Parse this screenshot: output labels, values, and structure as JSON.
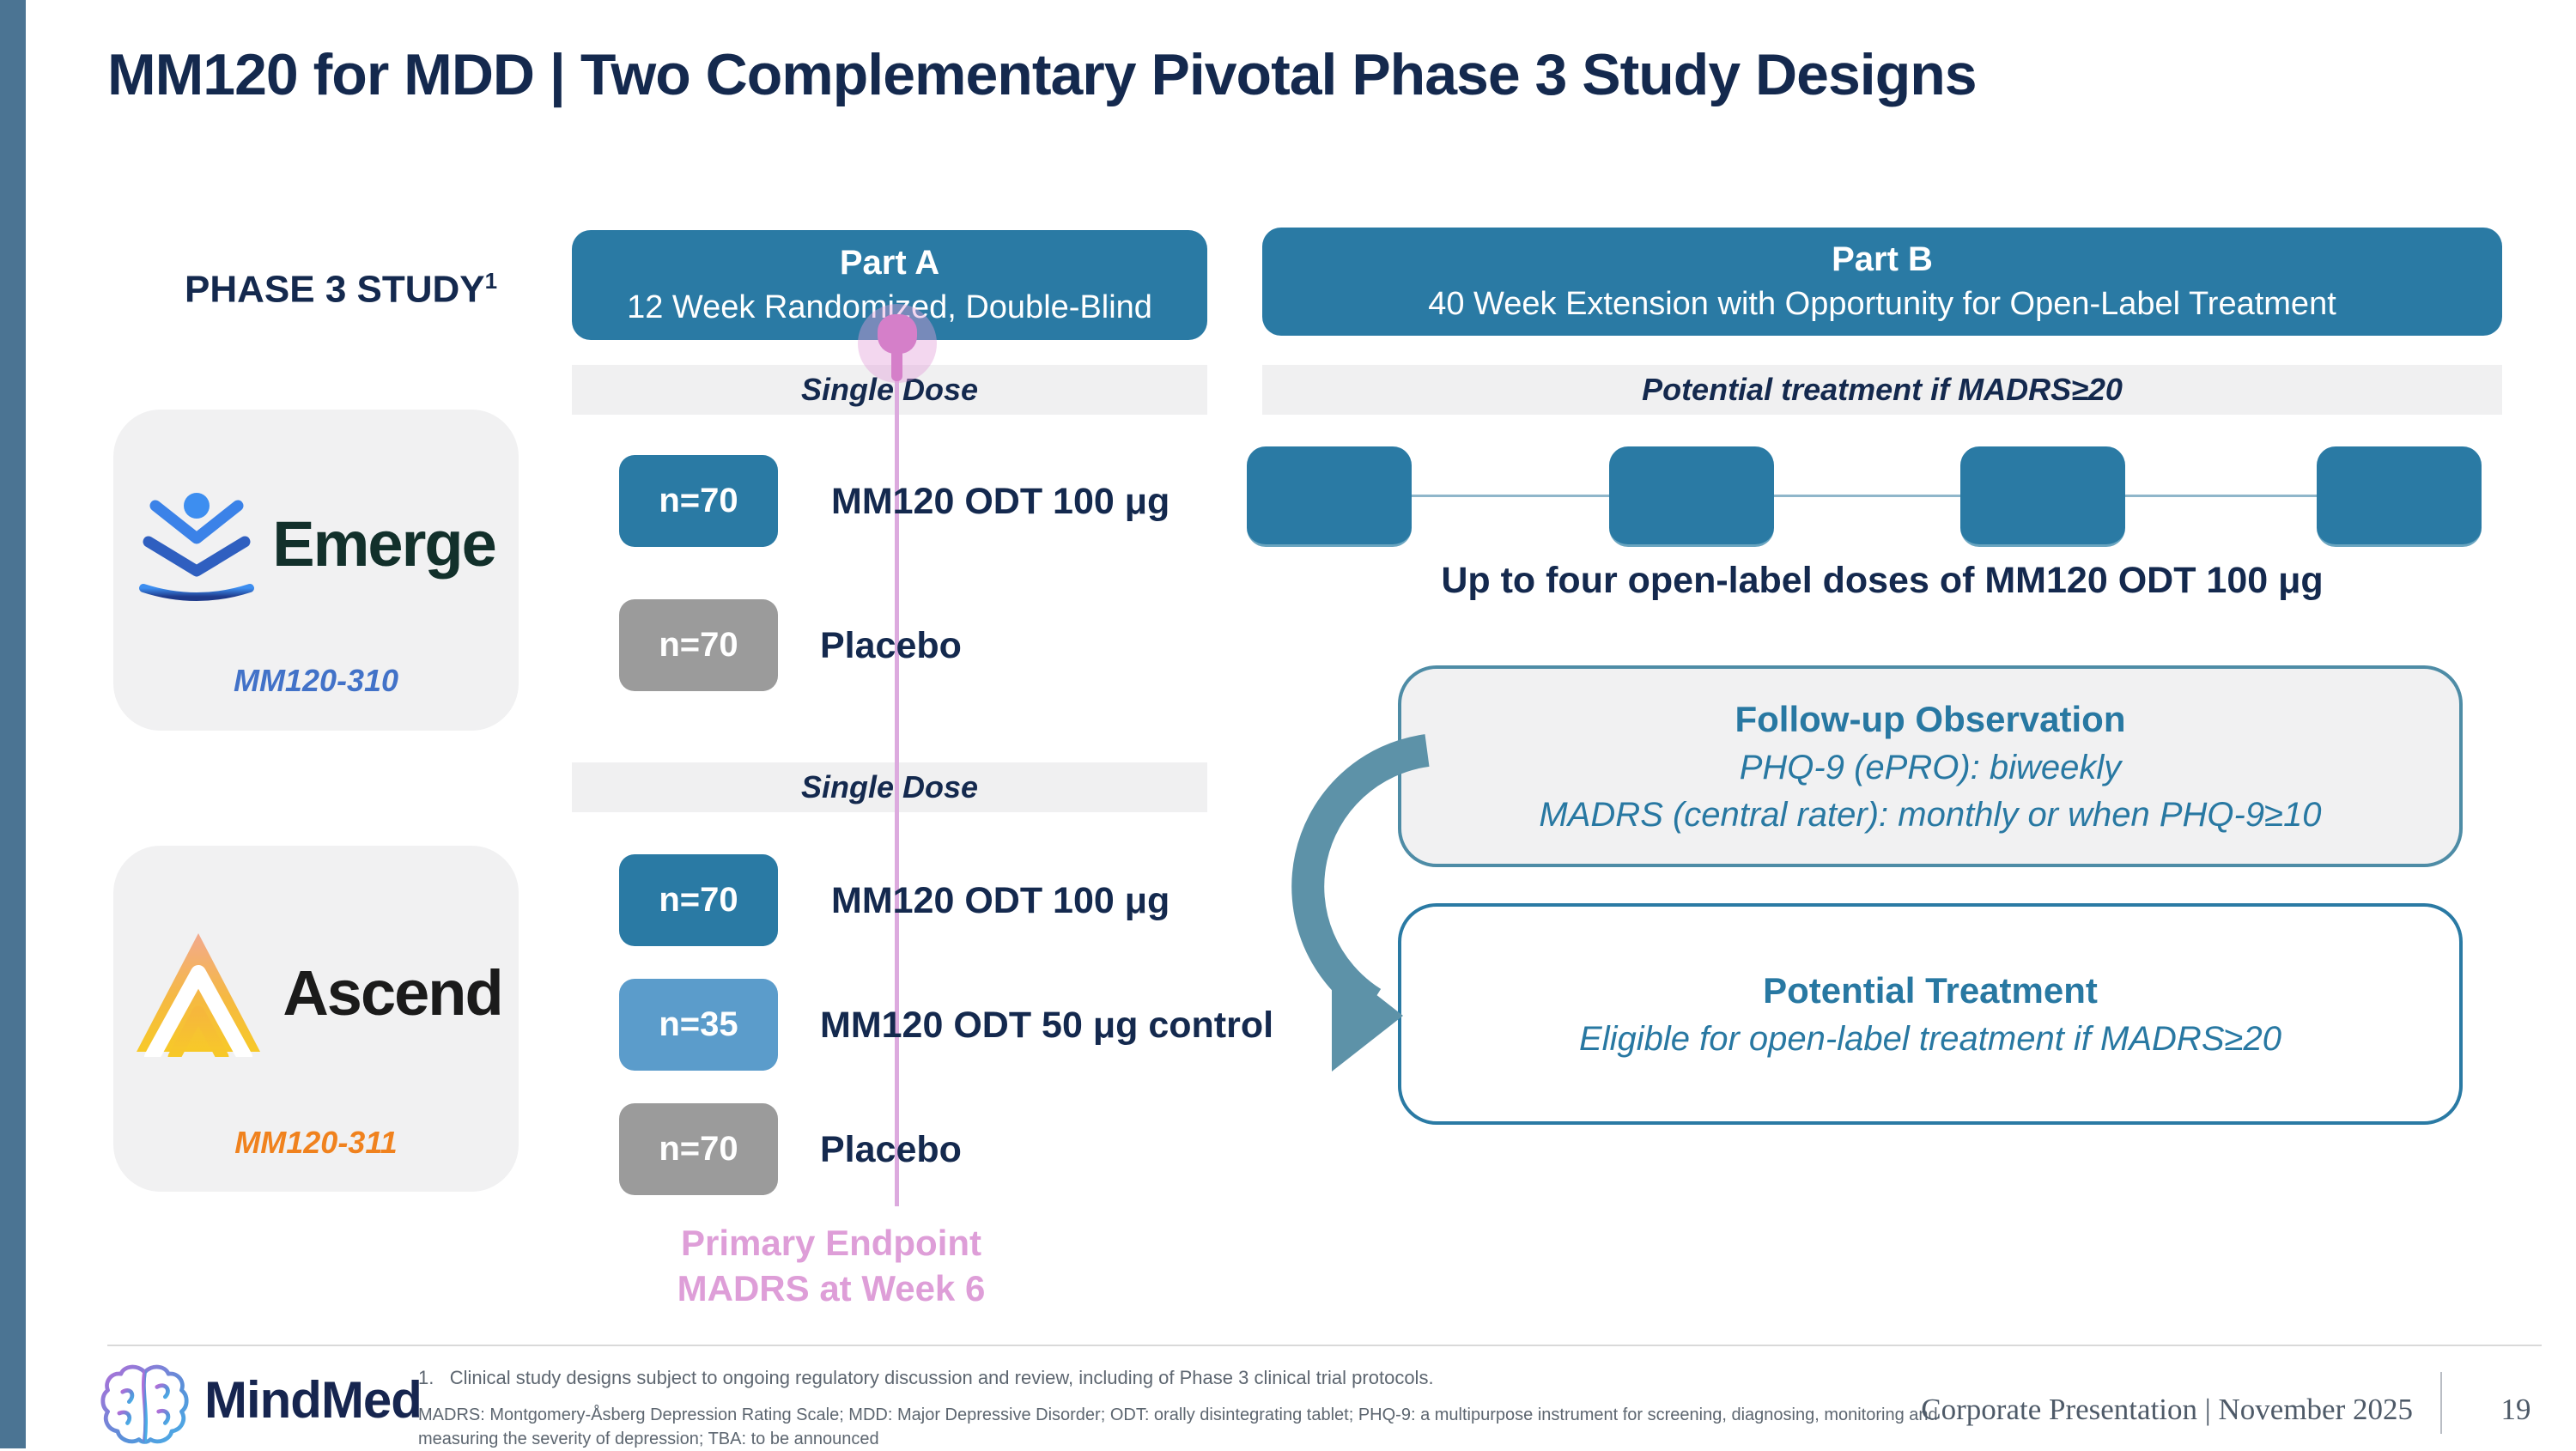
{
  "slide": {
    "title": "MM120 for MDD | Two Complementary Pivotal Phase 3 Study Designs",
    "phase_label": "PHASE 3 STUDY",
    "phase_label_sup": "1"
  },
  "part_a": {
    "header_title": "Part A",
    "header_subtitle": "12 Week Randomized, Double-Blind",
    "primary_endpoint_line1": "Primary Endpoint",
    "primary_endpoint_line2": "MADRS at Week 6",
    "studies": [
      {
        "name": "Emerge",
        "code": "MM120-310",
        "band_label": "Single Dose",
        "arms": [
          {
            "n": "n=70",
            "label": "MM120 ODT 100 μg"
          },
          {
            "n": "n=70",
            "label": "Placebo"
          }
        ]
      },
      {
        "name": "Ascend",
        "code": "MM120-311",
        "band_label": "Single Dose",
        "arms": [
          {
            "n": "n=70",
            "label": "MM120 ODT 100 μg"
          },
          {
            "n": "n=35",
            "label": "MM120 ODT 50 μg control"
          },
          {
            "n": "n=70",
            "label": "Placebo"
          }
        ]
      }
    ]
  },
  "part_b": {
    "header_title": "Part B",
    "header_subtitle": "40 Week Extension with Opportunity for Open-Label Treatment",
    "band_label": "Potential treatment if MADRS≥20",
    "open_label_dose_box_count": 4,
    "doses_caption": "Up to four open-label doses of MM120 ODT 100 μg",
    "followup_box": {
      "title": "Follow-up Observation",
      "line1": "PHQ-9 (ePRO): biweekly",
      "line2": "MADRS (central rater): monthly or when PHQ-9≥10"
    },
    "potential_box": {
      "title": "Potential Treatment",
      "line1": "Eligible for open-label treatment if MADRS≥20"
    }
  },
  "footer": {
    "logo_text": "MindMed",
    "footnote_number": "1.",
    "footnote_text": "Clinical study designs subject to ongoing regulatory discussion and review, including of Phase 3 clinical trial protocols.",
    "abbreviations": "MADRS: Montgomery-Åsberg Depression Rating Scale; MDD: Major Depressive Disorder; ODT: orally disintegrating tablet; PHQ-9: a multipurpose instrument for screening, diagnosing, monitoring and measuring the severity of depression; TBA: to be announced",
    "presentation_label": "Corporate Presentation | November 2025",
    "page_number": "19"
  },
  "colors": {
    "teal_primary": "#2a7aa4",
    "navy_text": "#14294e",
    "gray_arm": "#9b9b9b",
    "light_blue_arm": "#5b9ccb",
    "band_gray": "#f0f0f1",
    "pink_line": "#dcaade",
    "pink_endpoint_text": "#de9ed8",
    "arrow_teal": "#5d92a8",
    "emerge_code_blue": "#4272c8",
    "ascend_code_orange": "#f0821e",
    "left_bar": "#4b7493"
  }
}
